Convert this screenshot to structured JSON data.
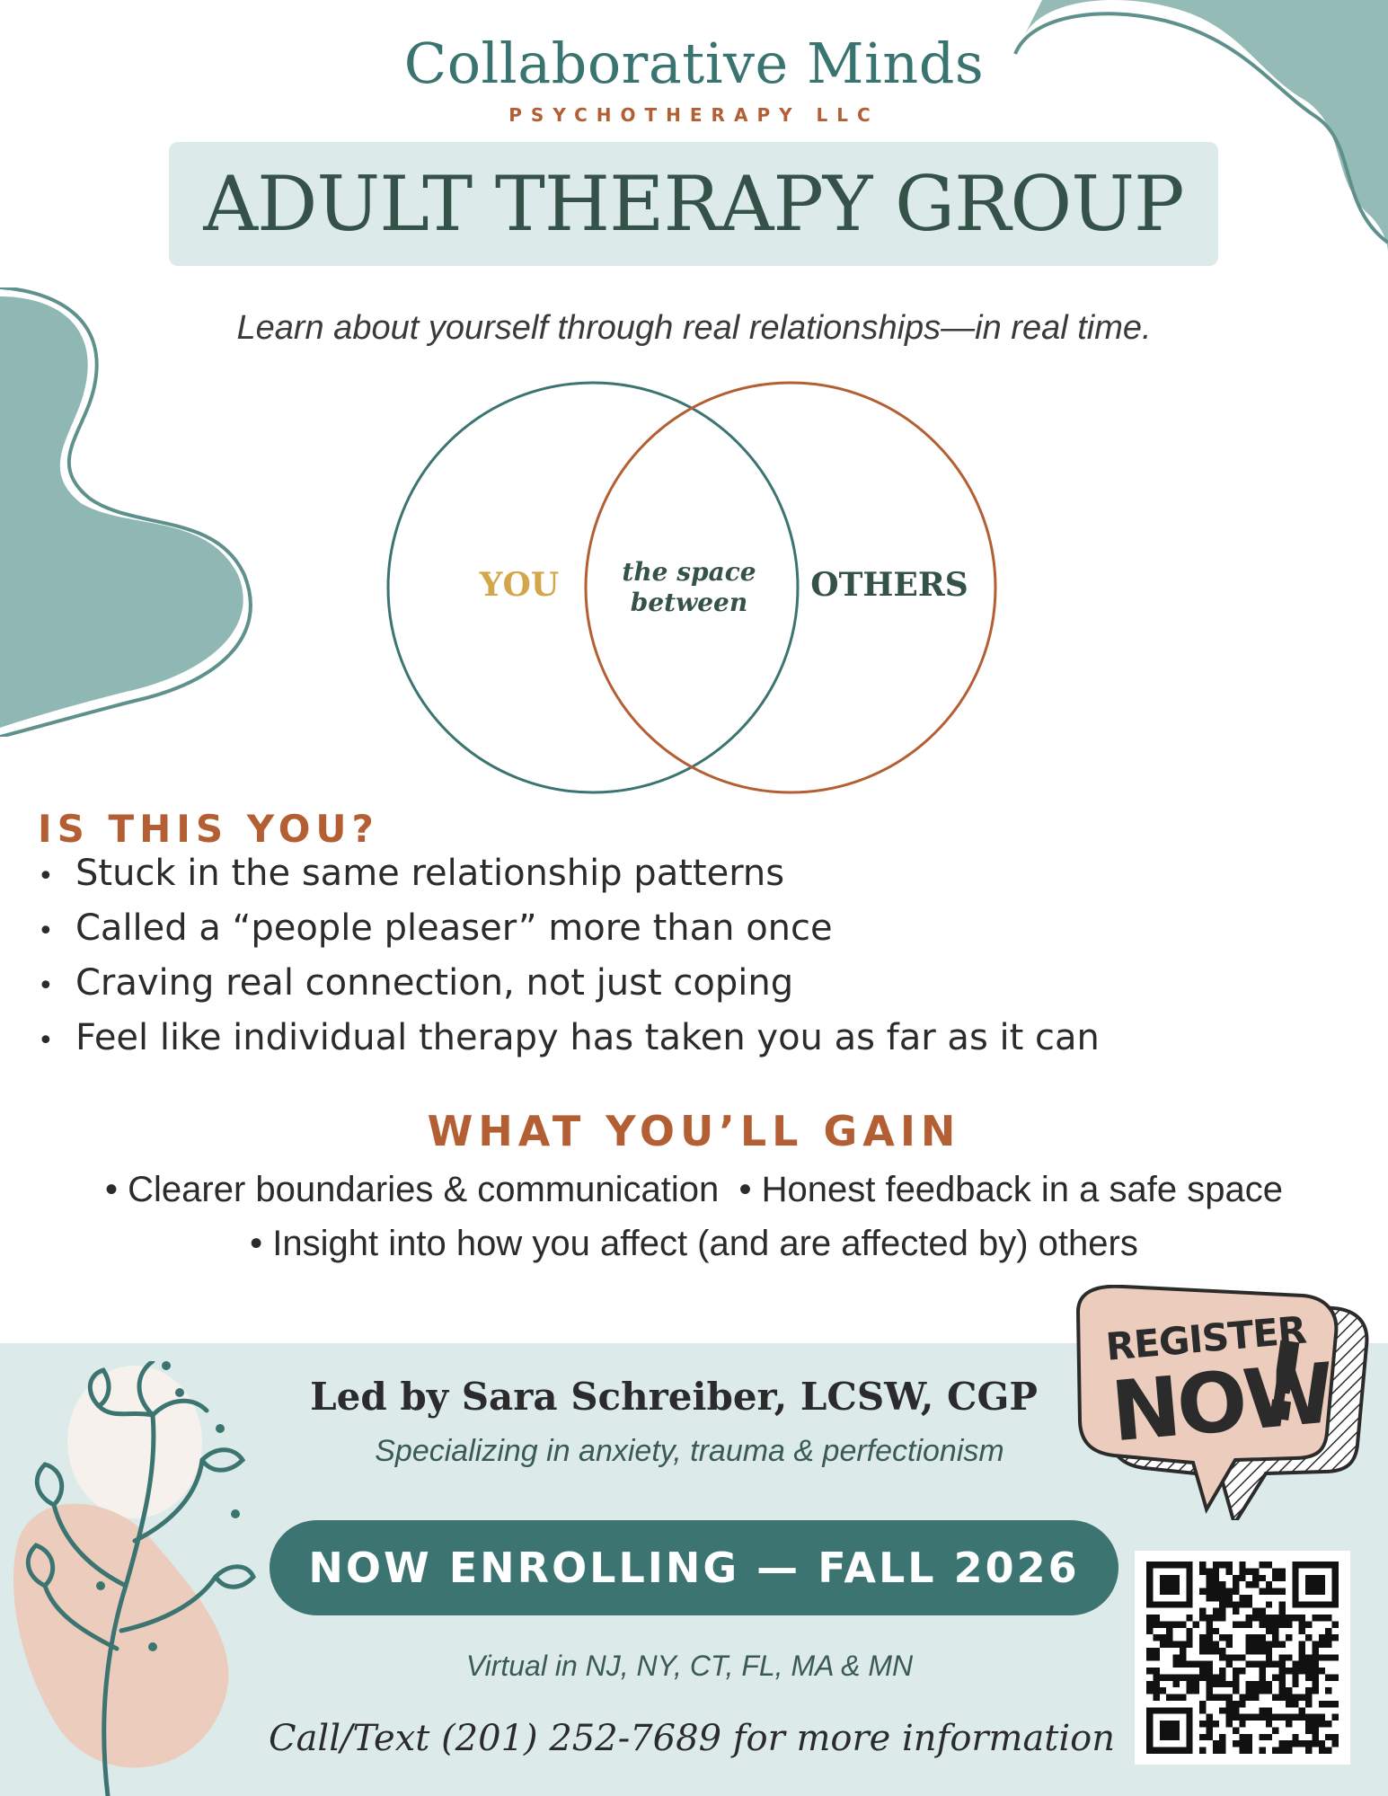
{
  "brand": {
    "name": "Collaborative Minds",
    "subtitle": "PSYCHOTHERAPY LLC"
  },
  "title": "ADULT THERAPY GROUP",
  "tagline": "Learn about yourself through real relationships—in real time.",
  "venn": {
    "left_label": "YOU",
    "middle_label_line1": "the space",
    "middle_label_line2": "between",
    "right_label": "OTHERS"
  },
  "is_this_you": {
    "heading": "IS THIS YOU?",
    "bullet_glyph": "•",
    "items": [
      "Stuck in the same relationship patterns",
      "Called a “people pleaser” more than once",
      "Craving real connection, not just coping",
      "Feel like individual therapy has taken you as far as it can"
    ]
  },
  "gain": {
    "heading": "WHAT YOU’LL GAIN",
    "line1": "• Clearer boundaries & communication  • Honest feedback in a safe space",
    "line2": "• Insight into how you affect (and are affected by) others"
  },
  "footer": {
    "leader": "Led by Sara Schreiber, LCSW, CGP",
    "specialty": "Specializing in anxiety, trauma & perfectionism",
    "enrolling": "NOW ENROLLING — FALL 2026",
    "virtual": "Virtual in NJ, NY, CT, FL, MA & MN",
    "contact": "Call/Text (201) 252-7689 for more information"
  },
  "register": {
    "line1": "REGISTER",
    "line2": "NOW",
    "bang": "!"
  },
  "colors": {
    "teal": "#3b7470",
    "light_teal": "#dcebea",
    "blob_teal": "#8fb7b3",
    "rust": "#b45f33",
    "gold": "#d4a64a",
    "peach": "#eccdbd",
    "dark_green": "#355248"
  },
  "icons": {
    "plant": "leaf-branch-icon",
    "qr": "qr-code-icon",
    "speech_bubble": "speech-bubble-icon"
  }
}
